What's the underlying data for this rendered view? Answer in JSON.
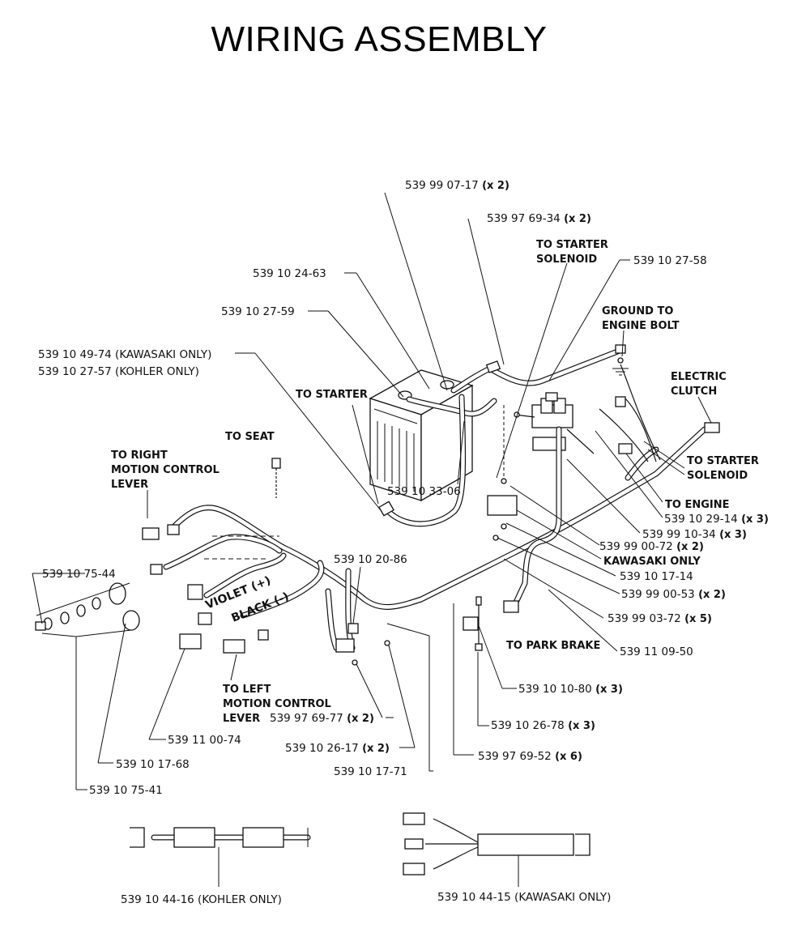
{
  "title": "WIRING ASSEMBLY",
  "labels": {
    "p_990717": "539 99 07-17",
    "q_990717": "(x 2)",
    "p_976934": "539 97 69-34",
    "q_976934": "(x 2)",
    "to_starter_solenoid_top_1": "TO STARTER",
    "to_starter_solenoid_top_2": "SOLENOID",
    "p_102758": "539 10 27-58",
    "p_102463": "539 10 24-63",
    "p_102759": "539 10 27-59",
    "ground_1": "GROUND TO",
    "ground_2": "ENGINE BOLT",
    "p_104974": "539 10 49-74 (KAWASAKI ONLY)",
    "p_102757": "539 10 27-57 (KOHLER ONLY)",
    "electric_clutch_1": "ELECTRIC",
    "electric_clutch_2": "CLUTCH",
    "to_starter": "TO STARTER",
    "to_seat": "TO SEAT",
    "to_starter_solenoid_right_1": "TO STARTER",
    "to_starter_solenoid_right_2": "SOLENOID",
    "to_right_motion_1": "TO RIGHT",
    "to_right_motion_2": "MOTION CONTROL",
    "to_right_motion_3": "LEVER",
    "p_103306": "539 10 33-06",
    "to_engine": "TO ENGINE",
    "p_102914": "539 10 29-14",
    "q_102914": "(x 3)",
    "p_991034": "539 99 10-34",
    "q_991034": "(x 3)",
    "p_990072": "539 99 00-72",
    "q_990072": "(x 2)",
    "kawasaki_only": "KAWASAKI ONLY",
    "p_107544": "539 10 75-44",
    "p_102086": "539 10 20-86",
    "p_101714": "539 10 17-14",
    "violet": "VIOLET (+)",
    "black": "BLACK (-)",
    "p_990053": "539 99 00-53",
    "q_990053": "(x 2)",
    "p_990372": "539 99 03-72",
    "q_990372": "(x 5)",
    "to_park_brake": "TO PARK BRAKE",
    "p_110950": "539 11 09-50",
    "to_left_motion_1": "TO LEFT",
    "to_left_motion_2": "MOTION CONTROL",
    "to_left_motion_3": "LEVER",
    "p_101080": "539 10 10-80",
    "q_101080": "(x 3)",
    "p_976977": "539 97 69-77",
    "q_976977": "(x 2)",
    "p_102678": "539 10 26-78",
    "q_102678": "(x 3)",
    "p_110074": "539 11 00-74",
    "p_102617": "539 10 26-17",
    "q_102617": "(x 2)",
    "p_976952": "539 97 69-52",
    "q_976952": "(x 6)",
    "p_101768": "539 10 17-68",
    "p_101771": "539 10 17-71",
    "p_107541": "539 10 75-41",
    "p_104416": "539 10 44-16 (KOHLER ONLY)",
    "p_104415": "539 10 44-15 (KAWASAKI ONLY)"
  }
}
